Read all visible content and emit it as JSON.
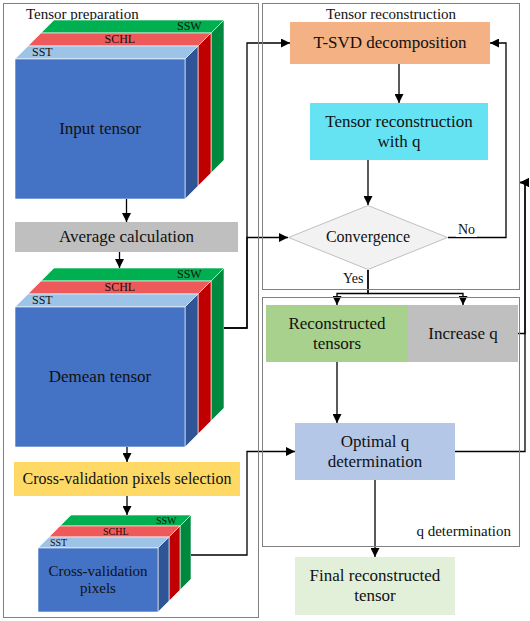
{
  "diagram": {
    "nodes": [
      {
        "text": [
          "Tensor preparation"
        ]
      },
      {
        "text": [
          "SSW",
          "SCHL",
          "SST",
          "Input tensor"
        ],
        "in": 0
      },
      {
        "text": [
          "Average calculation"
        ],
        "in": 0
      },
      {
        "text": [
          "SSW",
          "SCHL",
          "SST",
          "Demean tensor"
        ],
        "in": 0
      },
      {
        "text": [
          "Cross-validation pixels selection"
        ],
        "in": 0
      },
      {
        "text": [
          "SSW",
          "SCHL",
          "SST",
          "Cross-validation pixels"
        ],
        "in": 0
      },
      {
        "text": [
          "Tensor reconstruction"
        ]
      },
      {
        "text": [
          "T-SVD decomposition"
        ],
        "in": 6
      },
      {
        "text": [
          "Tensor reconstruction with q"
        ],
        "in": 6
      },
      {
        "text": [
          "Convergence"
        ],
        "in": 6
      },
      {
        "text": [
          "q determination"
        ]
      },
      {
        "text": [
          "Reconstructed tensors"
        ],
        "in": 10
      },
      {
        "text": [
          "Increase q"
        ],
        "in": 10
      },
      {
        "text": [
          "Optimal q determination"
        ],
        "in": 10
      },
      {
        "text": [
          "Final reconstructed tensor"
        ]
      }
    ],
    "edges": [
      {
        "from": 1,
        "to": 2,
        "arrow": "to"
      },
      {
        "from": 2,
        "to": 3,
        "arrow": "to"
      },
      {
        "from": 3,
        "to": 4,
        "arrow": "to"
      },
      {
        "from": 4,
        "to": 5,
        "arrow": "to"
      },
      {
        "from": 3,
        "to": 7,
        "arrow": "to"
      },
      {
        "from": 3,
        "to": 9,
        "arrow": "to"
      },
      {
        "from": 7,
        "to": 8,
        "arrow": "to"
      },
      {
        "from": 8,
        "to": 9,
        "arrow": "to"
      },
      {
        "from": 9,
        "to": 7,
        "label": "No",
        "arrow": "to"
      },
      {
        "from": 9,
        "to": 11,
        "label": "Yes",
        "arrow": "to"
      },
      {
        "from": 9,
        "to": 12,
        "arrow": "to"
      },
      {
        "from": 11,
        "to": 13,
        "arrow": "to"
      },
      {
        "from": 12,
        "to": 6,
        "arrow": "to"
      },
      {
        "from": 13,
        "to": 6,
        "arrow": "to"
      },
      {
        "from": 5,
        "to": 13,
        "arrow": "to"
      },
      {
        "from": 13,
        "to": 14,
        "arrow": "to"
      }
    ]
  }
}
